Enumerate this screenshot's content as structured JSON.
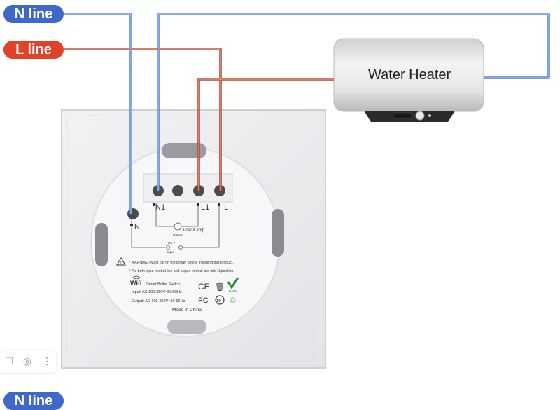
{
  "labels": {
    "n_line": "N line",
    "l_line": "L line",
    "n_line_bottom": "N line",
    "water_heater": "Water Heater"
  },
  "terminals": {
    "n1": "N1",
    "l1": "L1",
    "l": "L",
    "n": "N"
  },
  "switch_back": {
    "load": "Load/Lamp",
    "output": "Output",
    "ac": "AC ~",
    "input": "Input",
    "warning_1": "* WARNING! Must cut off the power before installing this product.",
    "warning_2": "* Put both input neutral line and output neutral line into N position.",
    "wifi": "Wifi",
    "product": "Smart Boiler Switch",
    "input_spec": "Input: AC 100-250V~50/60Hz",
    "output_spec": "Output: AC 100-250V~50-60Hz",
    "ce": "CE",
    "fc": "FC",
    "rohs": "RoHS",
    "ten": "10",
    "made_in": "Made in China"
  },
  "colors": {
    "n_wire": "#4f7fd9",
    "l_wire": "#b0442b",
    "n_pill": "#3f68c8",
    "l_pill": "#e0422a"
  },
  "toolbar_icons": [
    "bookmark-icon",
    "camera-icon",
    "more-icon"
  ]
}
